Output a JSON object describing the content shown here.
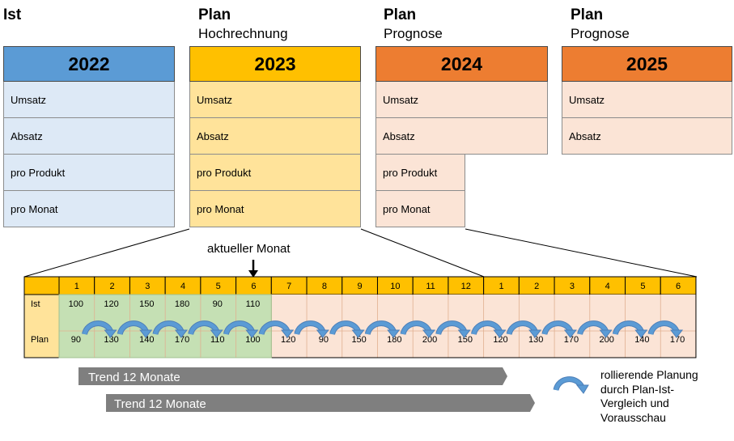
{
  "columns": [
    {
      "label": "Ist",
      "sublabel": "",
      "year": "2022",
      "rows": [
        "Umsatz",
        "Absatz",
        "pro Produkt",
        "pro Monat"
      ],
      "head_color": "#5b9bd5",
      "row_color": "#dde9f6"
    },
    {
      "label": "Plan",
      "sublabel": "Hochrechnung",
      "year": "2023",
      "rows": [
        "Umsatz",
        "Absatz",
        "pro Produkt",
        "pro Monat"
      ],
      "head_color": "#ffc000",
      "row_color": "#ffe39a"
    },
    {
      "label": "Plan",
      "sublabel": "Prognose",
      "year": "2024",
      "rows": [
        "Umsatz",
        "Absatz",
        "pro Produkt",
        "pro Monat"
      ],
      "head_color": "#ed7d31",
      "row_color": "#fbe4d6"
    },
    {
      "label": "Plan",
      "sublabel": "Prognose",
      "year": "2025",
      "rows": [
        "Umsatz",
        "Absatz"
      ],
      "head_color": "#ed7d31",
      "row_color": "#fbe4d6"
    }
  ],
  "current_month_label": "aktueller Monat",
  "table": {
    "months": [
      "1",
      "2",
      "3",
      "4",
      "5",
      "6",
      "7",
      "8",
      "9",
      "10",
      "11",
      "12",
      "1",
      "2",
      "3",
      "4",
      "5",
      "6"
    ],
    "ist_label": "Ist",
    "plan_label": "Plan",
    "ist_values": [
      "100",
      "120",
      "150",
      "180",
      "90",
      "110"
    ],
    "plan_values": [
      "90",
      "130",
      "140",
      "170",
      "110",
      "100",
      "120",
      "90",
      "150",
      "180",
      "200",
      "150",
      "120",
      "130",
      "170",
      "200",
      "140",
      "170"
    ],
    "colors": {
      "header": "#ffc000",
      "label": "#ffe39a",
      "past": "#c5e0b4",
      "future": "#fbe4d6"
    }
  },
  "trends": [
    "Trend  12 Monate",
    "Trend  12 Monate"
  ],
  "legend_text": [
    "rollierende Planung",
    "durch Plan-Ist-",
    "Vergleich und",
    "Vorausschau"
  ],
  "arrow_color": "#5b9bd5",
  "trend_color": "#7f7f7f"
}
